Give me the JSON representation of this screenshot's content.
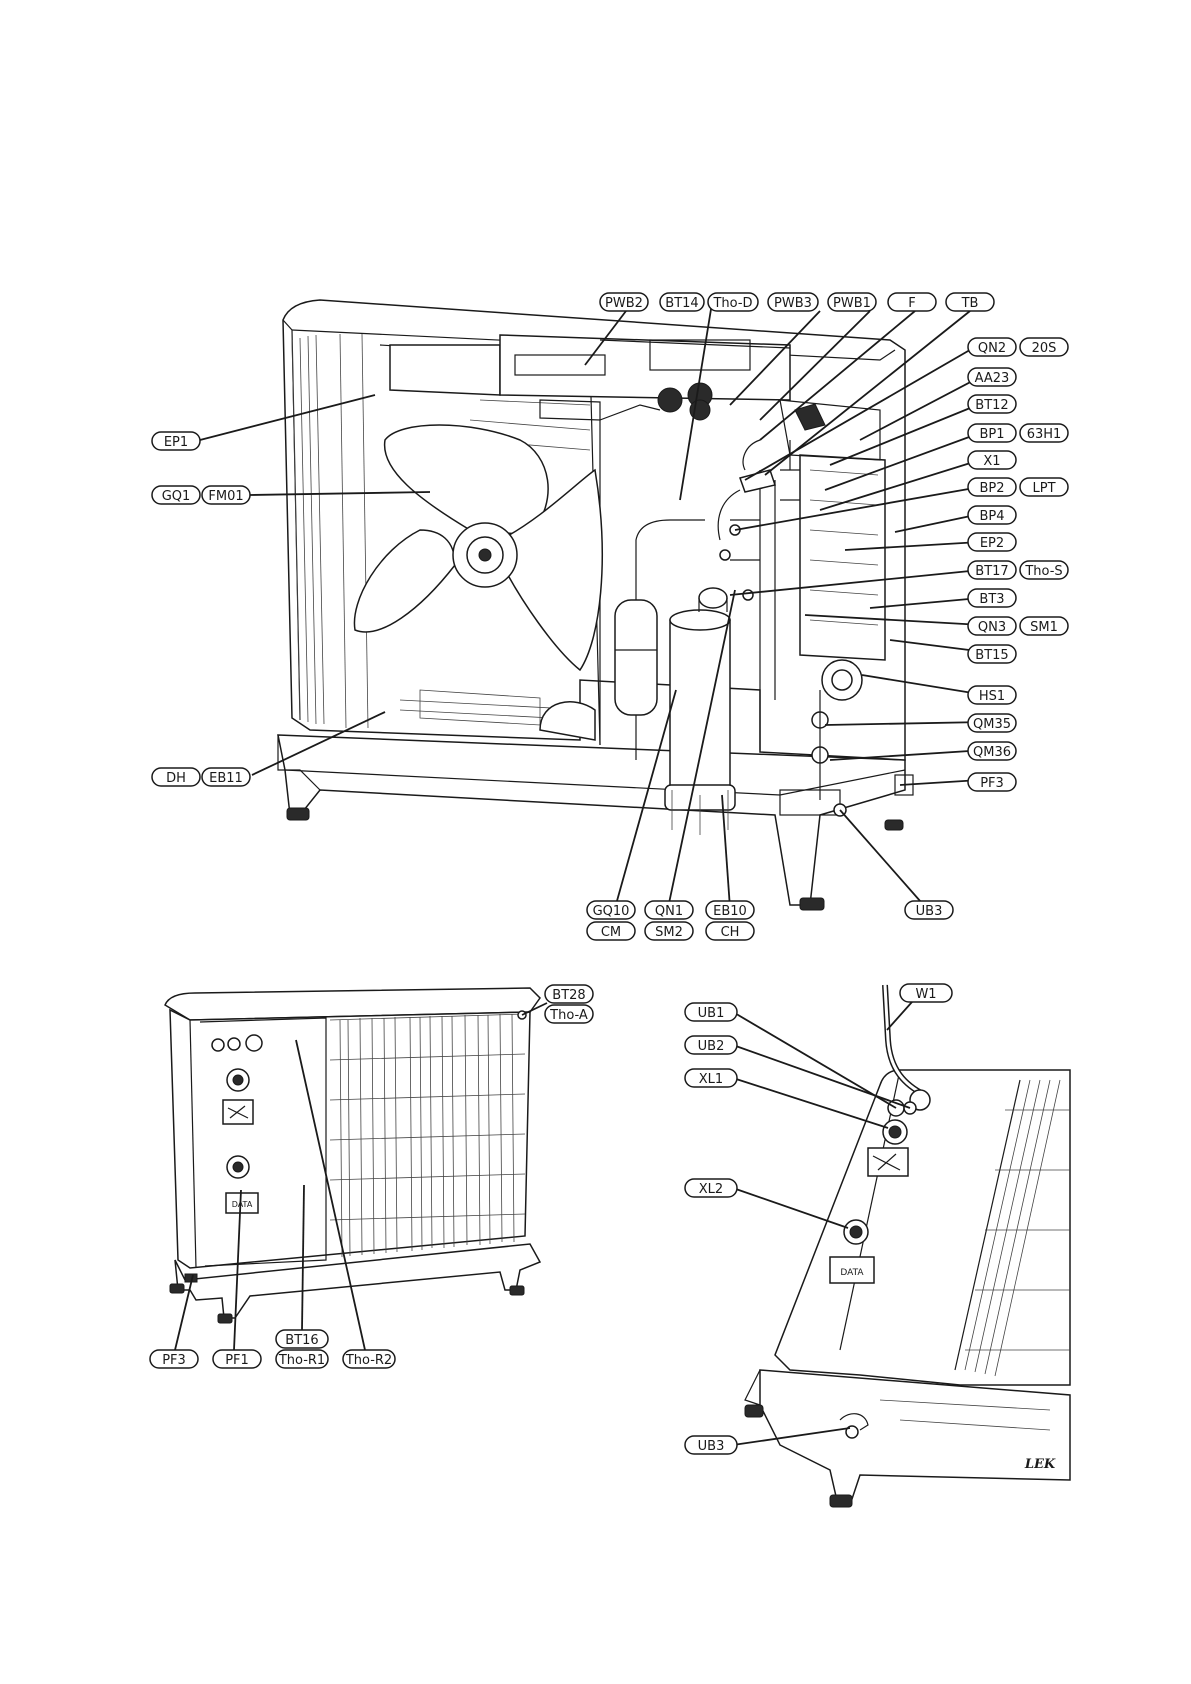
{
  "labels": {
    "pwb2": "PWB2",
    "bt14": "BT14",
    "tho_d": "Tho-D",
    "pwb3": "PWB3",
    "pwb1": "PWB1",
    "f": "F",
    "tb": "TB",
    "qn2": "QN2",
    "20s": "20S",
    "aa23": "AA23",
    "bt12": "BT12",
    "bp1": "BP1",
    "63h1": "63H1",
    "x1": "X1",
    "bp2": "BP2",
    "lpt": "LPT",
    "bp4": "BP4",
    "ep2": "EP2",
    "bt17": "BT17",
    "tho_s": "Tho-S",
    "bt3": "BT3",
    "qn3": "QN3",
    "sm1": "SM1",
    "bt15": "BT15",
    "hs1": "HS1",
    "qm35": "QM35",
    "qm36": "QM36",
    "pf3": "PF3",
    "ep1": "EP1",
    "gq1": "GQ1",
    "fm01": "FM01",
    "dh": "DH",
    "eb11": "EB11",
    "gq10": "GQ10",
    "cm": "CM",
    "qn1": "QN1",
    "sm2": "SM2",
    "eb10": "EB10",
    "ch": "CH",
    "ub3": "UB3",
    "bt28": "BT28",
    "tho_a": "Tho-A",
    "pf3_b": "PF3",
    "pf1": "PF1",
    "bt16": "BT16",
    "tho_r1": "Tho-R1",
    "tho_r2": "Tho-R2",
    "w1": "W1",
    "ub1": "UB1",
    "ub2": "UB2",
    "xl1": "XL1",
    "xl2": "XL2",
    "ub3_c": "UB3"
  },
  "plates": {
    "data_plate_left": "DATA",
    "data_plate_right": "DATA",
    "brand_mark": "LEK"
  },
  "colors": {
    "ink": "#1a1a1a",
    "paper": "#ffffff",
    "shade": "#d8d8d8"
  }
}
